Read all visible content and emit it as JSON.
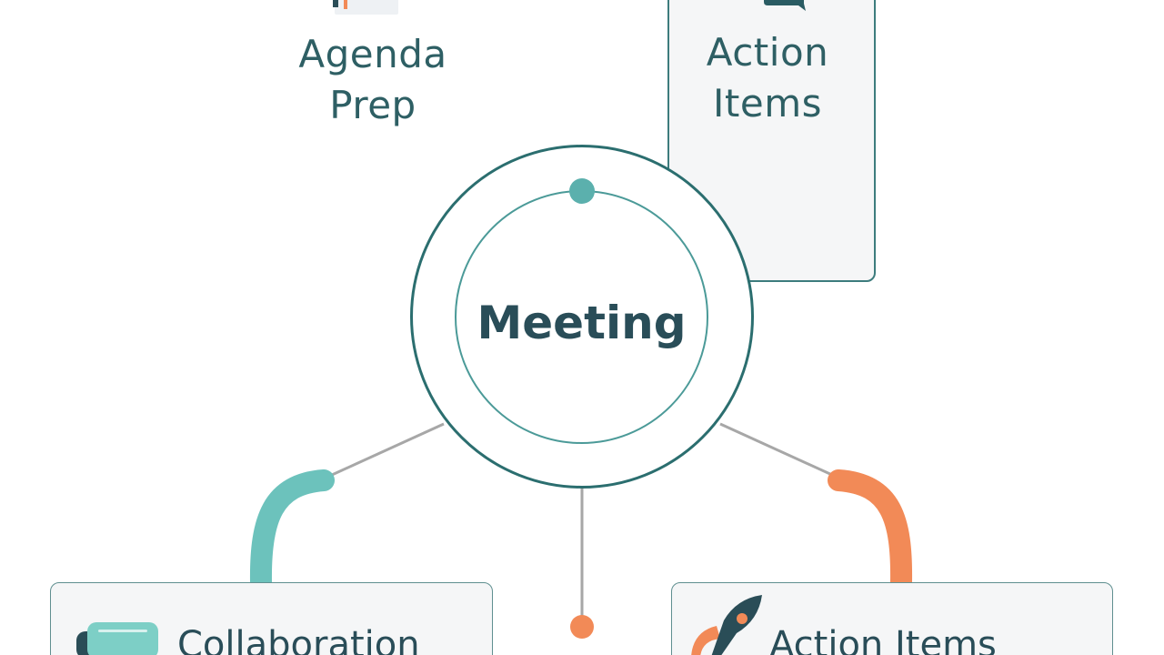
{
  "nodes": {
    "agenda_prep": {
      "line1": "Agenda",
      "line2": "Prep"
    },
    "action_items_top": {
      "line1": "Action",
      "line2": "Items"
    },
    "center": {
      "title": "Meeting"
    },
    "collaboration": {
      "label": "Collaboration"
    },
    "action_items_bottom": {
      "label": "Action Items"
    }
  },
  "colors": {
    "teal_dark": "#2b6e6f",
    "teal_light": "#6cc2bc",
    "orange": "#f28a57",
    "navy": "#294d58",
    "gray_line": "#a7a7a7"
  },
  "icons": {
    "agenda": "calendar-icon",
    "action_top": "speech-bubble-icon",
    "collaboration": "chat-bubbles-icon",
    "action_bottom": "rocket-icon"
  }
}
